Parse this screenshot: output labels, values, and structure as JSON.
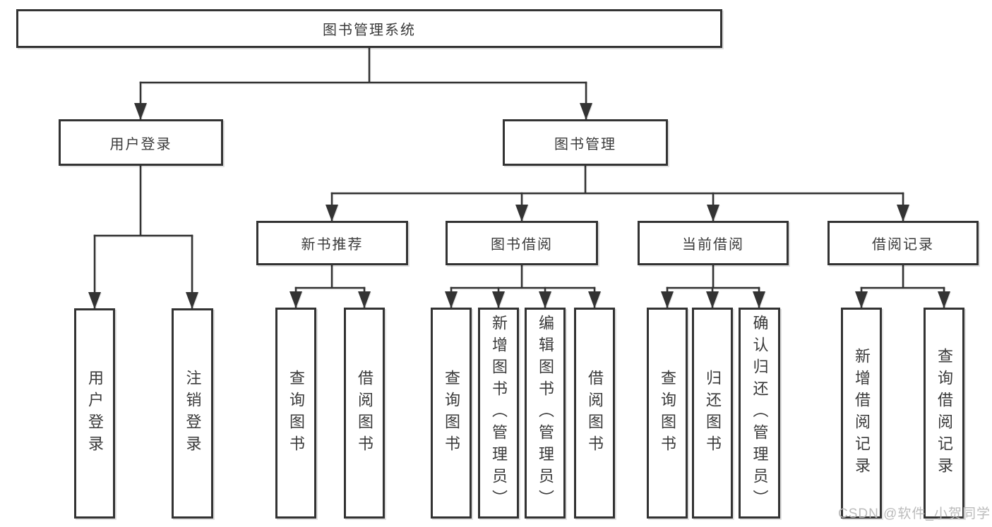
{
  "diagram_type": "hierarchy-tree",
  "colors": {
    "line": "#333333",
    "text": "#3a3a3a",
    "watermark": "#b8b8b8",
    "background": "#ffffff"
  },
  "tree": {
    "root": {
      "label": "图书管理系统",
      "children": [
        {
          "label": "用户登录",
          "children": [
            {
              "label": "用户登录"
            },
            {
              "label": "注销登录"
            }
          ]
        },
        {
          "label": "图书管理",
          "children": [
            {
              "label": "新书推荐",
              "children": [
                {
                  "label": "查询图书"
                },
                {
                  "label": "借阅图书"
                }
              ]
            },
            {
              "label": "图书借阅",
              "children": [
                {
                  "label": "查询图书"
                },
                {
                  "label": "新增图书（管理员）"
                },
                {
                  "label": "编辑图书（管理员）"
                },
                {
                  "label": "借阅图书"
                }
              ]
            },
            {
              "label": "当前借阅",
              "children": [
                {
                  "label": "查询图书"
                },
                {
                  "label": "归还图书"
                },
                {
                  "label": "确认归还（管理员）"
                }
              ]
            },
            {
              "label": "借阅记录",
              "children": [
                {
                  "label": "新增借阅记录"
                },
                {
                  "label": "查询借阅记录"
                }
              ]
            }
          ]
        }
      ]
    }
  },
  "watermark": {
    "text": "CSDN @软件_小贺同学"
  }
}
